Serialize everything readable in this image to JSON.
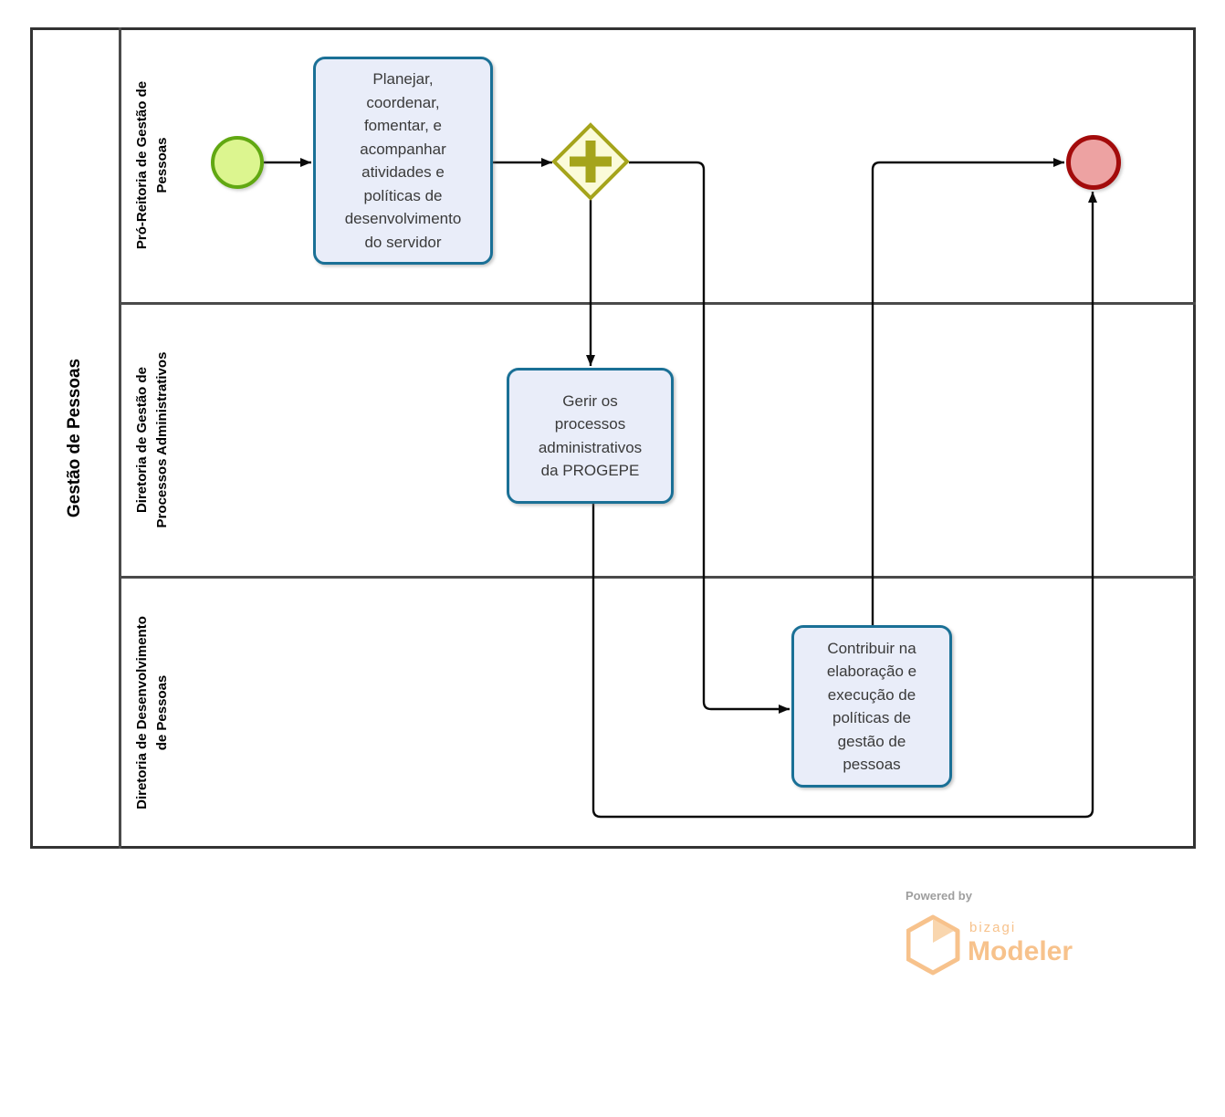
{
  "pool": {
    "label": "Gestão de Pessoas",
    "lanes": [
      {
        "label": "Pró-Reitoria de Gestão de\nPessoas"
      },
      {
        "label": "Diretoria de Gestão de\nProcessos Administrativos"
      },
      {
        "label": "Diretoria de Desenvolvimento\nde Pessoas"
      }
    ]
  },
  "nodes": {
    "task_planejar": {
      "label": "Planejar,\ncoordenar,\nfomentar, e\nacompanhar\natividades e\npolíticas de\ndesenvolvimento\ndo servidor"
    },
    "task_gerir": {
      "label": "Gerir os\nprocessos\nadministrativos\nda PROGEPE"
    },
    "task_contribuir": {
      "label": "Contribuir na\nelaboração e\nexecução de\npolíticas de\ngestão de\npessoas"
    }
  },
  "footer": {
    "powered_by": "Powered by",
    "brand": "bizagi",
    "product": "Modeler"
  },
  "colors": {
    "task_border": "#1a7096",
    "task_fill": "#e9edf9",
    "start_border": "#61a812",
    "start_fill": "#dcf58f",
    "gateway_border": "#a5a41b",
    "gateway_fill": "#fbfbd9",
    "end_border": "#a30b0b",
    "end_fill": "#eda2a2",
    "flow_color": "#0a0a0a",
    "logo_orange": "#f7c28c",
    "powered_gray": "#9e9e9e"
  }
}
